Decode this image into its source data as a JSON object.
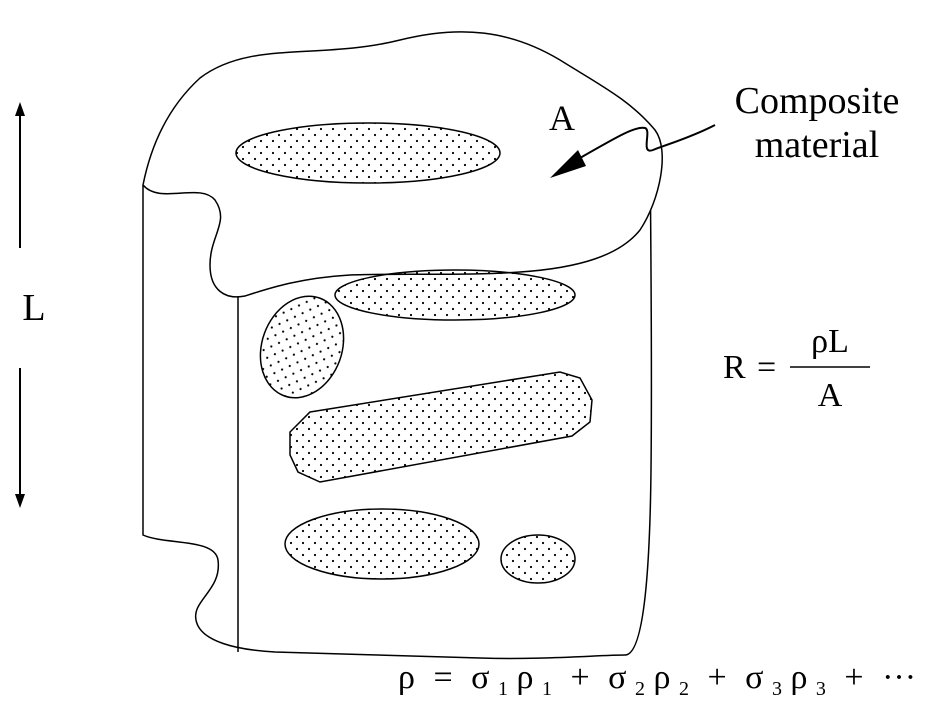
{
  "labels": {
    "length": "L",
    "area": "A",
    "material_line1": "Composite",
    "material_line2": "material"
  },
  "resistance_formula": {
    "lhs": "R",
    "equals": "=",
    "numerator": "ρL",
    "denominator": "A"
  },
  "resistivity_formula": {
    "lhs": "ρ",
    "equals": "=",
    "terms": [
      {
        "sigma": "σ",
        "sigma_sub": "1",
        "rho": "ρ",
        "rho_sub": "1"
      },
      {
        "sigma": "σ",
        "sigma_sub": "2",
        "rho": "ρ",
        "rho_sub": "2"
      },
      {
        "sigma": "σ",
        "sigma_sub": "3",
        "rho": "ρ",
        "rho_sub": "3"
      }
    ],
    "plus": "+",
    "ellipsis": "···"
  }
}
